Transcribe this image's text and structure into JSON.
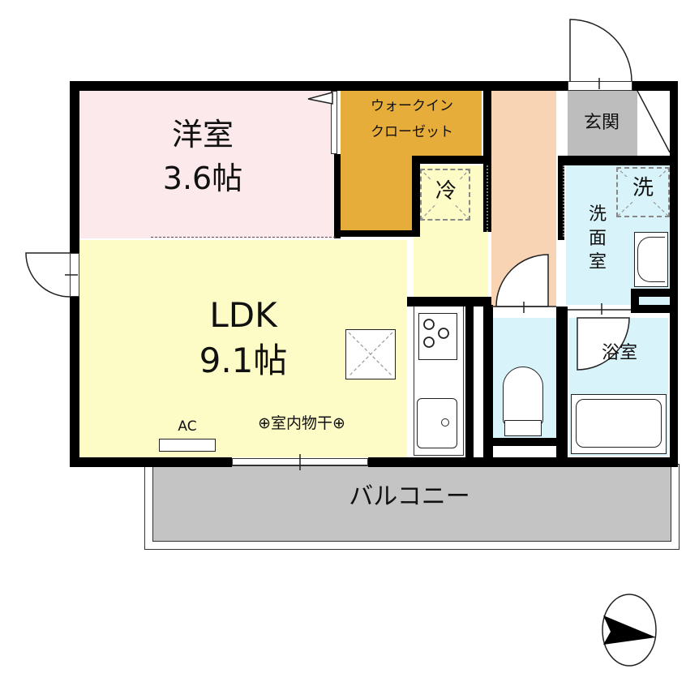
{
  "floorplan": {
    "rooms": {
      "western_room": {
        "label": "洋室",
        "size": "3.6帖",
        "color": "#fbe9ec"
      },
      "walk_in_closet": {
        "label_line1": "ウォークイン",
        "label_line2": "クローゼット",
        "color": "#e6ad3a"
      },
      "ldk": {
        "label": "LDK",
        "size": "9.1帖",
        "color": "#fdfbc6"
      },
      "hallway": {
        "color": "#f8d4b4"
      },
      "entrance": {
        "label": "玄関",
        "color": "#bdbdbd"
      },
      "washroom": {
        "label": "洗面室",
        "color": "#d8f3fa"
      },
      "bathroom": {
        "label": "浴室",
        "color": "#d8f3fa"
      },
      "toilet": {
        "color": "#d8f3fa"
      },
      "balcony": {
        "label": "バルコニー",
        "color": "#c4c4c4"
      }
    },
    "fixtures": {
      "fridge_space": "冷",
      "washer_space": "洗",
      "air_conditioner": "AC",
      "indoor_drying": "⊕室内物干⊕"
    },
    "compass": {
      "direction": "east-pointing",
      "label": ""
    }
  }
}
